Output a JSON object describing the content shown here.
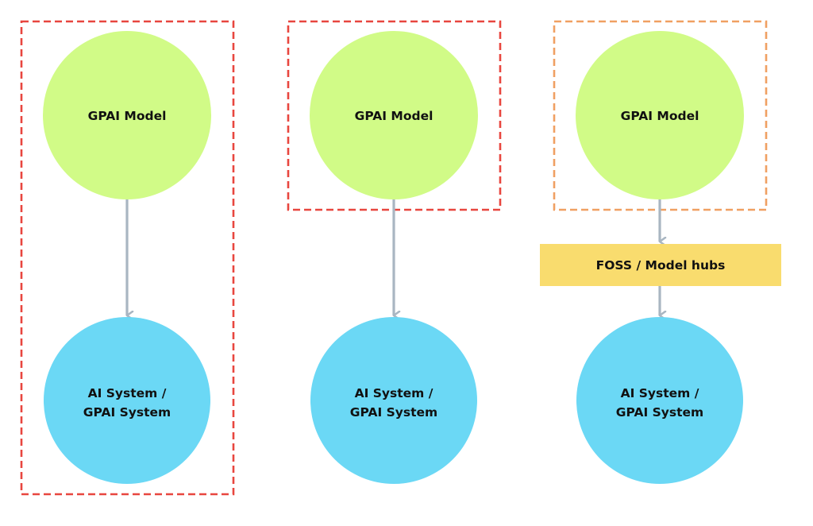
{
  "diagram": {
    "colors": {
      "model_fill": "#d1fb87",
      "system_fill": "#6bd8f5",
      "hub_fill": "#f9dc6e",
      "arrow": "#a9b6c2",
      "red_dash": "#e8463f",
      "orange_dash": "#f0a062"
    },
    "columns": [
      {
        "boundary_style": "red",
        "boundary_scope": "model-and-system",
        "model_label": "GPAI Model",
        "system_label_lines": [
          "AI System /",
          "GPAI System"
        ]
      },
      {
        "boundary_style": "red",
        "boundary_scope": "model-only",
        "model_label": "GPAI Model",
        "system_label_lines": [
          "AI System /",
          "GPAI System"
        ]
      },
      {
        "boundary_style": "orange",
        "boundary_scope": "model-only",
        "model_label": "GPAI Model",
        "intermediary_label": "FOSS / Model hubs",
        "system_label_lines": [
          "AI System /",
          "GPAI System"
        ]
      }
    ]
  }
}
